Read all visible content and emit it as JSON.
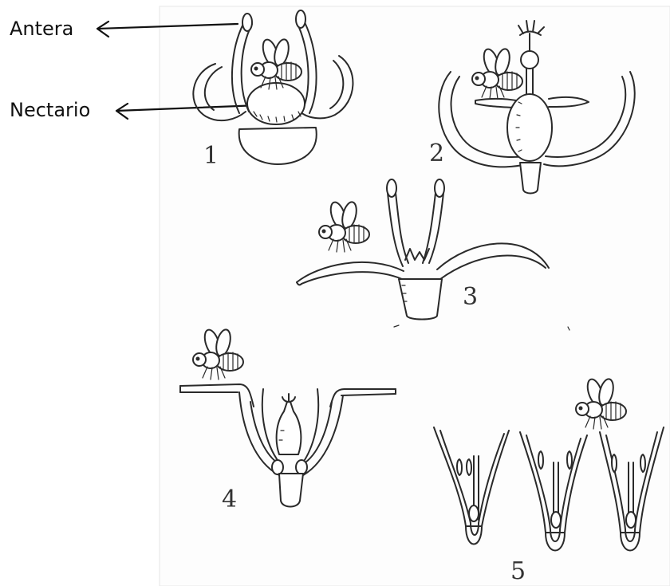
{
  "labels": {
    "anther": "Antera",
    "nectary": "Nectario"
  },
  "stage_numbers": [
    "1",
    "2",
    "3",
    "4",
    "5"
  ]
}
